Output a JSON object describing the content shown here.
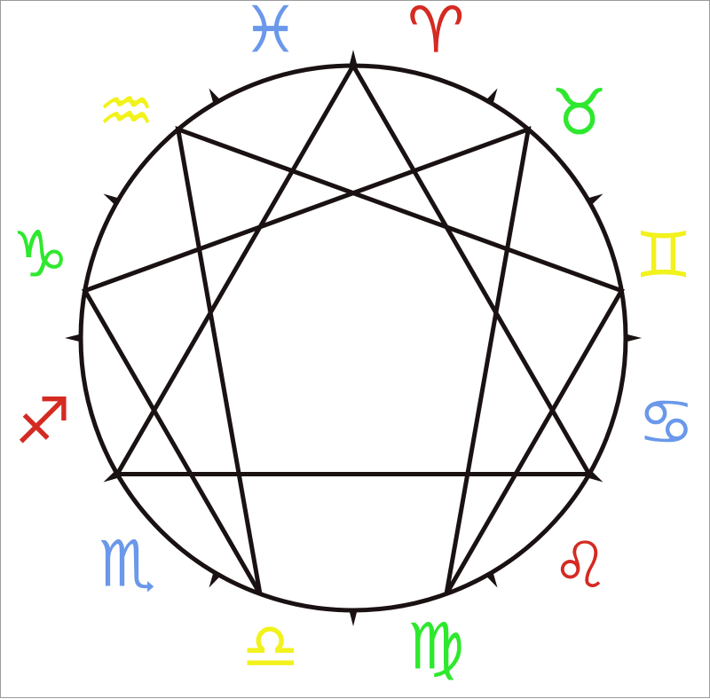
{
  "diagram": {
    "stroke_color": "#1a1212",
    "sign_colors": {
      "fire": "#d42a22",
      "earth": "#2ee82e",
      "air": "#f2f21c",
      "water": "#6a98ea"
    },
    "signs": [
      {
        "glyph": "♓",
        "name": "pisces",
        "element": "water"
      },
      {
        "glyph": "♈",
        "name": "aries",
        "element": "fire"
      },
      {
        "glyph": "♉",
        "name": "taurus",
        "element": "earth"
      },
      {
        "glyph": "♊",
        "name": "gemini",
        "element": "air"
      },
      {
        "glyph": "♋",
        "name": "cancer",
        "element": "water"
      },
      {
        "glyph": "♌",
        "name": "leo",
        "element": "fire"
      },
      {
        "glyph": "♍",
        "name": "virgo",
        "element": "earth"
      },
      {
        "glyph": "♎",
        "name": "libra",
        "element": "air"
      },
      {
        "glyph": "♏",
        "name": "scorpio",
        "element": "water"
      },
      {
        "glyph": "♐",
        "name": "sagittarius",
        "element": "fire"
      },
      {
        "glyph": "♑",
        "name": "capricorn",
        "element": "earth"
      },
      {
        "glyph": "♒",
        "name": "aquarius",
        "element": "air"
      }
    ]
  }
}
